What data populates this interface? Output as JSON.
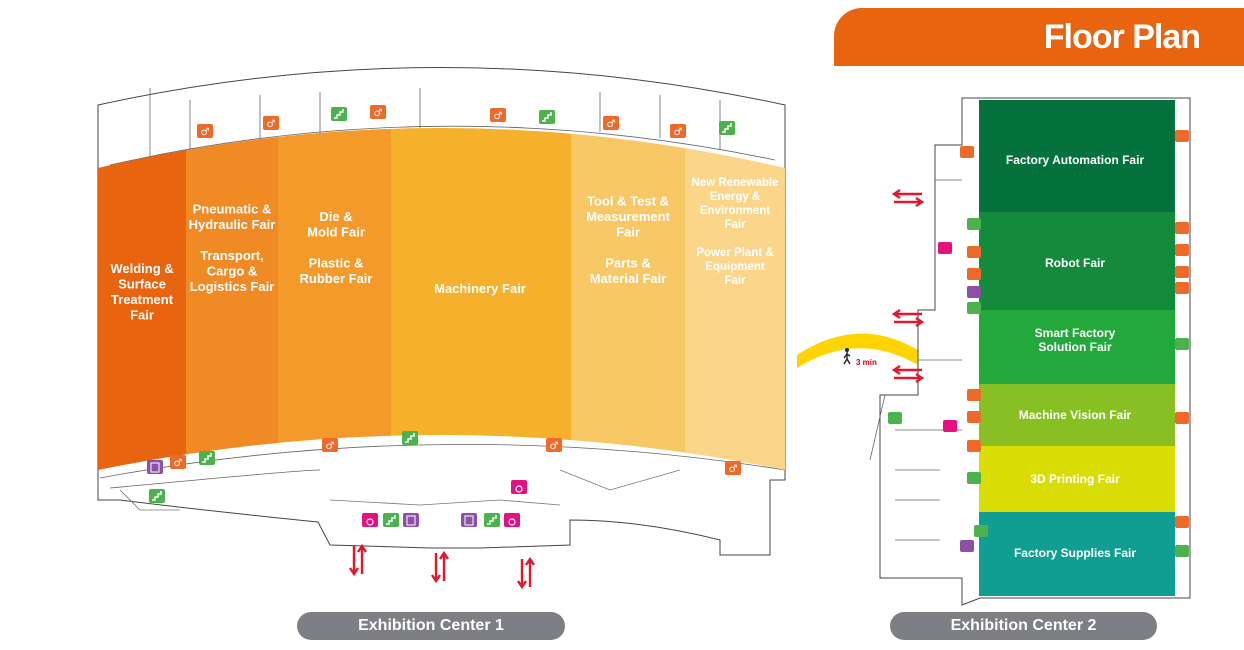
{
  "title": "Floor Plan",
  "colors": {
    "brand_orange": "#e8640e",
    "pill_gray": "#7d7f84",
    "arrow_red": "#e0182d",
    "walkway_yellow": "#ffd400",
    "restroom": "#ee6a2a",
    "stairs_green": "#4bb24e",
    "elevator_purple": "#8c51a5",
    "accessible_pink": "#e4117f"
  },
  "center1": {
    "label": "Exhibition Center 1",
    "halls": [
      {
        "lines": [
          "Welding &",
          "Surface",
          "Treatment",
          "Fair"
        ],
        "color": "#e8640e"
      },
      {
        "lines": [
          "Pneumatic &",
          "Hydraulic Fair",
          "",
          "Transport,",
          "Cargo &",
          "Logistics Fair"
        ],
        "color": "#f08a24"
      },
      {
        "lines": [
          "Die &",
          "Mold Fair",
          "",
          "Plastic &",
          "Rubber Fair"
        ],
        "color": "#f39a2a"
      },
      {
        "lines": [
          "Machinery Fair"
        ],
        "color": "#f5b02c"
      },
      {
        "lines": [
          "Tool & Test &",
          "Measurement",
          "Fair",
          "",
          "Parts &",
          "Material Fair"
        ],
        "color": "#f8c766"
      },
      {
        "lines": [
          "New Renewable",
          "Energy &",
          "Environment",
          "Fair",
          "",
          "Power Plant &",
          "Equipment",
          "Fair"
        ],
        "color": "#fbd68a"
      }
    ]
  },
  "center2": {
    "label": "Exhibition Center 2",
    "halls": [
      {
        "name": "Factory Automation Fair",
        "color": "#05723d"
      },
      {
        "name": "Robot Fair",
        "color": "#138a3c"
      },
      {
        "name": "Smart Factory Solution Fair",
        "lines": [
          "Smart Factory",
          "Solution Fair"
        ],
        "color": "#22a83b"
      },
      {
        "name": "Machine Vision Fair",
        "color": "#88bf22"
      },
      {
        "name": "3D Printing Fair",
        "color": "#d8dd05"
      },
      {
        "name": "Factory Supplies Fair",
        "color": "#109e93"
      }
    ]
  },
  "walkway": {
    "time_label": "3 min",
    "icon": "walking-person-icon"
  },
  "icons": {
    "restroom": "restroom-icon",
    "stairs": "stairs-icon",
    "elevator": "elevator-icon",
    "accessible": "wheelchair-icon",
    "entrance": "entrance-arrows-icon"
  }
}
